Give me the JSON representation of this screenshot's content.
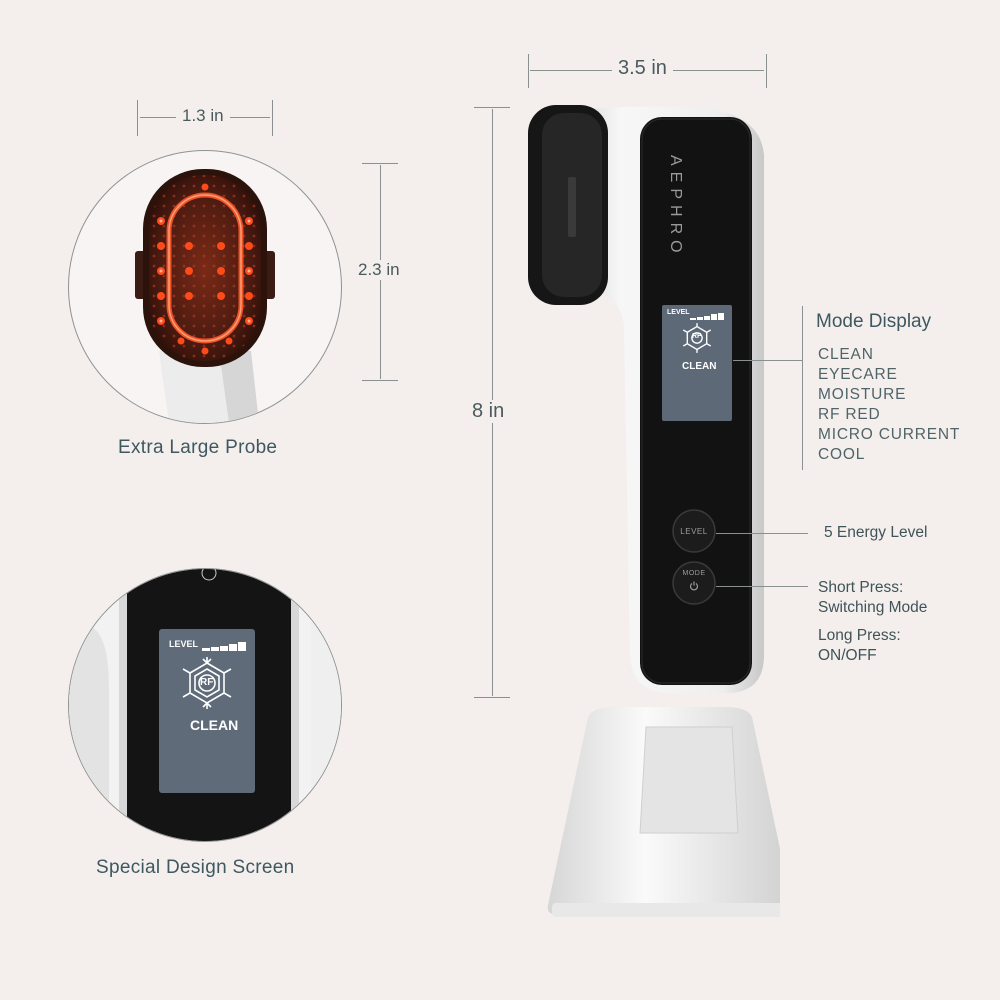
{
  "dimensions": {
    "width_total": "3.5 in",
    "height_total": "8 in",
    "probe_width": "1.3 in",
    "probe_height": "2.3 in"
  },
  "captions": {
    "probe": "Extra Large Probe",
    "screen": "Special Design Screen"
  },
  "brand": "AEPHRO",
  "mode_display": {
    "title": "Mode Display",
    "modes": [
      "CLEAN",
      "EYECARE",
      "MOISTURE",
      "RF RED",
      "MICRO CURRENT",
      "COOL"
    ]
  },
  "buttons": {
    "level_label": "LEVEL",
    "mode_label": "MODE",
    "level_annotation": "5 Energy Level",
    "short_press_1": "Short Press:",
    "short_press_2": "Switching Mode",
    "long_press_1": "Long Press:",
    "long_press_2": "ON/OFF"
  },
  "screen": {
    "level_label": "LEVEL",
    "rf_label": "RF",
    "mode_label": "CLEAN"
  },
  "colors": {
    "background": "#f4efed",
    "device_white": "#f2f2f2",
    "device_black": "#121212",
    "screen_blue": "#5d6977",
    "led_red": "#ff3a10",
    "text": "#3e5860"
  }
}
